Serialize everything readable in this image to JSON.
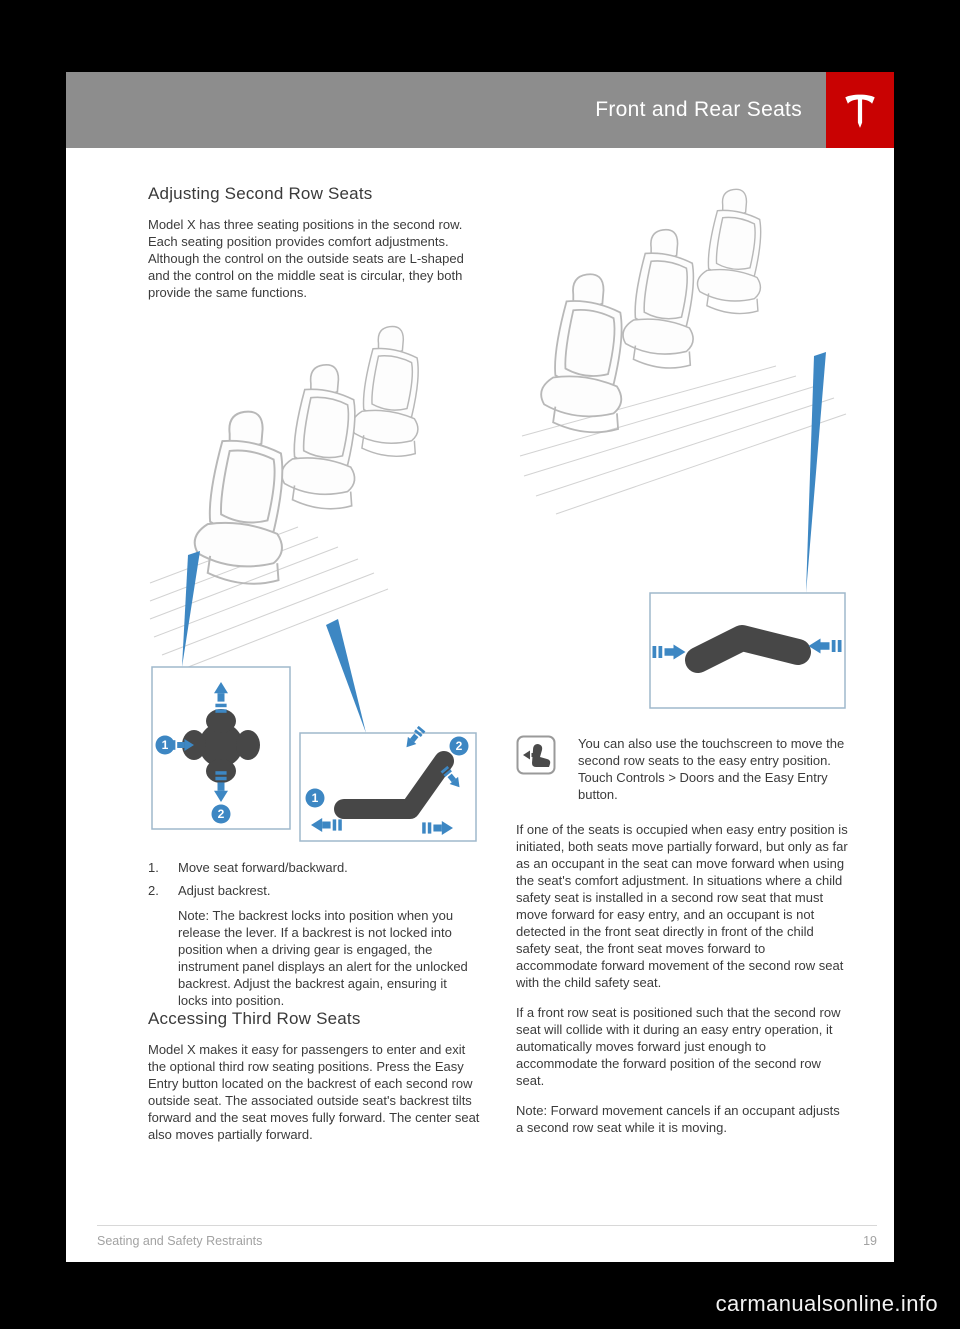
{
  "header": {
    "title": "Front and Rear Seats"
  },
  "left_column": {
    "section1": {
      "heading": "Adjusting Second Row Seats",
      "paragraph": "Model X has three seating positions in the second row. Each seating position provides comfort adjustments. Although the control on the outside seats are L-shaped and the control on the middle seat is circular, they both provide the same functions."
    },
    "list": [
      {
        "num": "1.",
        "text": "Move seat forward/backward."
      },
      {
        "num": "2.",
        "text": "Adjust backrest."
      }
    ],
    "note": "Note: The backrest locks into position when you release the lever. If a backrest is not locked into position when a driving gear is engaged, the instrument panel displays an alert for the unlocked backrest. Adjust the backrest again, ensuring it locks into position.",
    "section2": {
      "heading": "Accessing Third Row Seats",
      "paragraph": "Model X makes it easy for passengers to enter and exit the optional third row seating positions. Press the Easy Entry button located on the backrest of each second row outside seat. The associated outside seat's backrest tilts forward and the seat moves fully forward. The center seat also moves partially forward."
    }
  },
  "right_column": {
    "tip": "You can also use the touchscreen to move the second row seats to the easy entry position. Touch Controls > Doors and the Easy Entry button.",
    "paragraphs": [
      "If one of the seats is occupied when easy entry position is initiated, both seats move partially forward, but only as far as an occupant in the seat can move forward when using the seat's comfort adjustment. In situations where a child safety seat is installed in a second row seat that must move forward for easy entry, and an occupant is not detected in the front seat directly in front of the child safety seat, the front seat moves forward to accommodate forward movement of the second row seat with the child safety seat.",
      "If a front row seat is positioned such that the second row seat will collide with it during an easy entry operation, it automatically moves forward just enough to accommodate the forward position of the second row seat.",
      "Note: Forward movement cancels if an occupant adjusts a second row seat while it is moving."
    ]
  },
  "diagrams": {
    "badge_one": "1",
    "badge_two": "2"
  },
  "footer": {
    "left": "Seating and Safety Restraints",
    "page_number": "19"
  },
  "watermark": "carmanualsonline.info",
  "colors": {
    "accent_blue": "#3d87c3",
    "header_gray": "#8d8d8d",
    "tesla_red": "#c90202"
  }
}
